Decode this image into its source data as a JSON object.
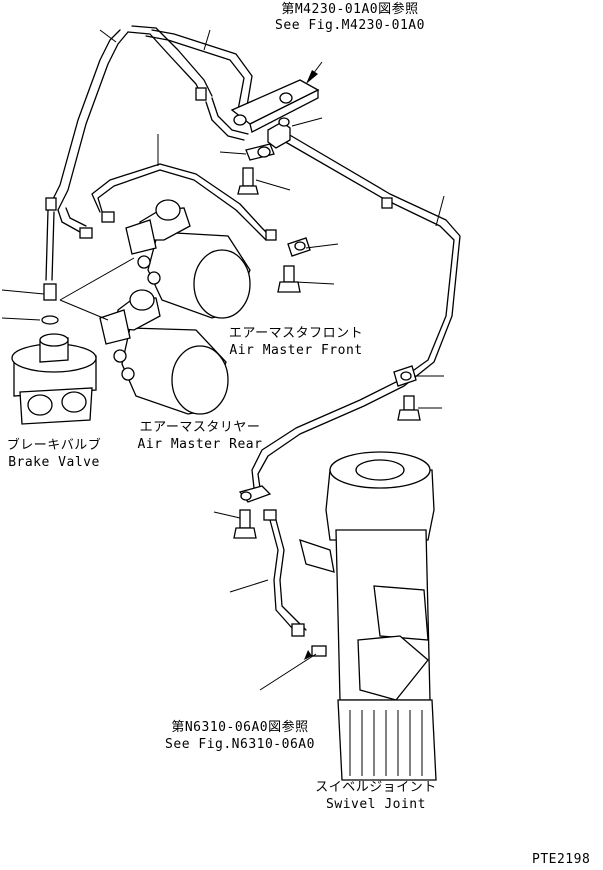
{
  "labels": {
    "ref_top_jp": "第M4230-01A0図参照",
    "ref_top_en": "See Fig.M4230-01A0",
    "air_master_front_jp": "エアーマスタフロント",
    "air_master_front_en": "Air Master Front",
    "air_master_rear_jp": "エアーマスタリヤー",
    "air_master_rear_en": "Air Master Rear",
    "brake_valve_jp": "ブレーキバルブ",
    "brake_valve_en": "Brake Valve",
    "ref_bottom_jp": "第N6310-06A0図参照",
    "ref_bottom_en": "See Fig.N6310-06A0",
    "swivel_joint_jp": "スイベルジョイント",
    "swivel_joint_en": "Swivel Joint",
    "drawing_code": "PTE2198"
  }
}
